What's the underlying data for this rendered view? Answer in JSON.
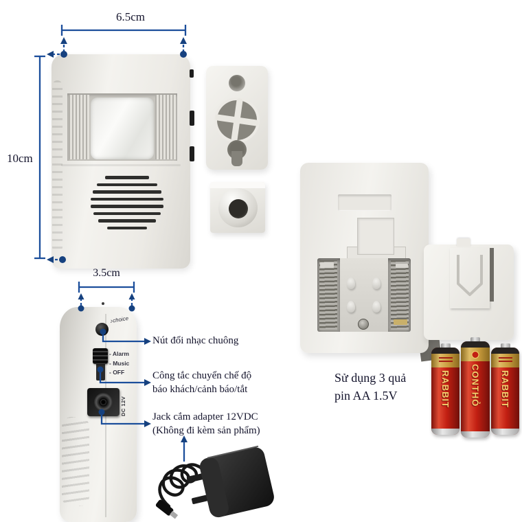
{
  "colors": {
    "accent_blue": "#1b4e9b",
    "dot_blue": "#16417f",
    "text_navy": "#14142c",
    "battery_red": "#c21f12",
    "battery_gold": "#c79a3c"
  },
  "icons": {
    "music_note": "♪"
  },
  "front_view": {
    "width_label": "6.5cm",
    "height_label": "10cm"
  },
  "side_view": {
    "width_label": "3.5cm",
    "choice_label": "choice",
    "switch_labels": [
      "- Alarm",
      "- Music",
      "- OFF"
    ],
    "dc_label": "DC 12V"
  },
  "callouts": {
    "ringtone": "Nút đổi nhạc chuông",
    "mode_line1": "Công tắc chuyển chế độ",
    "mode_line2": "báo khách/cảnh báo/tắt",
    "jack_line1": "Jack cắm adapter 12VDC",
    "jack_line2": "(Không đi kèm sản phẩm)"
  },
  "battery_note": {
    "line1": "Sử dụng 3 quả",
    "line2": "pin AA 1.5V"
  },
  "batteries": {
    "left": "RABBIT",
    "middle": "CONTHỎ",
    "right": "RABBIT"
  }
}
